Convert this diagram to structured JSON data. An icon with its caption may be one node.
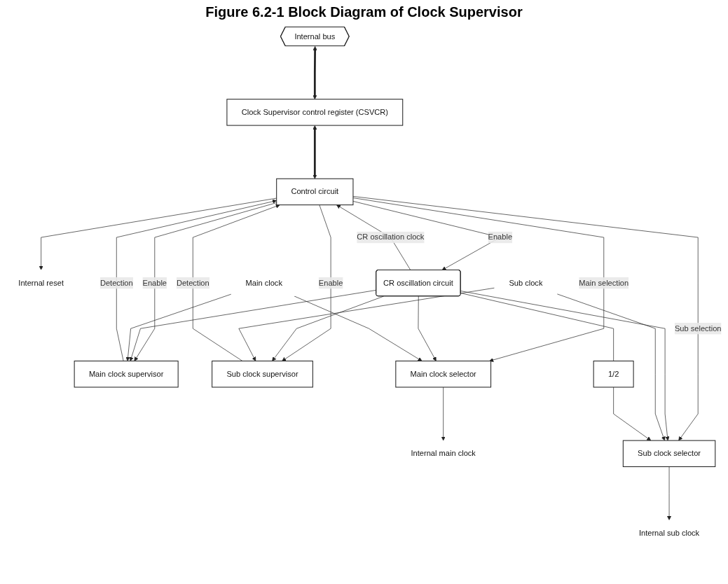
{
  "diagram": {
    "title": "Figure 6.2-1  Block Diagram of Clock Supervisor",
    "nodes": [
      {
        "text": [
          "Internal bus"
        ]
      },
      {
        "text": [
          "Clock Supervisor control register (CSVCR)"
        ]
      },
      {
        "text": [
          "Control circuit"
        ]
      },
      {
        "text": [
          "Internal reset"
        ]
      },
      {
        "text": [
          "CR oscillation circuit"
        ]
      },
      {
        "text": [
          "Main clock supervisor"
        ]
      },
      {
        "text": [
          "Sub clock supervisor"
        ]
      },
      {
        "text": [
          "Main clock selector"
        ]
      },
      {
        "text": [
          "Internal main clock"
        ]
      },
      {
        "text": [
          "Main clock"
        ]
      },
      {
        "text": [
          "1/2"
        ]
      },
      {
        "text": [
          "Sub clock selector"
        ]
      },
      {
        "text": [
          "Internal sub clock"
        ]
      },
      {
        "text": [
          "Sub clock"
        ]
      }
    ],
    "edges": [
      {
        "from": 0,
        "to": 1,
        "arrow": "both",
        "style": "thick"
      },
      {
        "from": 1,
        "to": 2,
        "arrow": "both",
        "style": "thick"
      },
      {
        "from": 2,
        "to": 3,
        "arrow": "to"
      },
      {
        "from": 2,
        "to": 4,
        "arrow": "to",
        "label": "Enable"
      },
      {
        "from": 2,
        "to": 5,
        "arrow": "to",
        "label": "Enable"
      },
      {
        "from": 5,
        "to": 2,
        "arrow": "to",
        "label": "Detection"
      },
      {
        "from": 2,
        "to": 6,
        "arrow": "to",
        "label": "Enable"
      },
      {
        "from": 6,
        "to": 2,
        "arrow": "to",
        "label": "Detection"
      },
      {
        "from": 2,
        "to": 11,
        "arrow": "to",
        "label": "Sub selection"
      },
      {
        "from": 2,
        "to": 7,
        "arrow": "to",
        "label": "Main selection"
      },
      {
        "from": 4,
        "to": 2,
        "arrow": "to",
        "label": "CR oscillation clock"
      },
      {
        "from": 4,
        "to": 5,
        "arrow": "to"
      },
      {
        "from": 4,
        "to": 6,
        "arrow": "to"
      },
      {
        "from": 4,
        "to": 7,
        "arrow": "to"
      },
      {
        "from": 4,
        "to": 10,
        "arrow": "none"
      },
      {
        "from": 4,
        "to": 11,
        "arrow": "to"
      },
      {
        "from": 9,
        "to": 5,
        "arrow": "to"
      },
      {
        "from": 9,
        "to": 7,
        "arrow": "to"
      },
      {
        "from": 13,
        "to": 6,
        "arrow": "to"
      },
      {
        "from": 13,
        "to": 11,
        "arrow": "to"
      },
      {
        "from": 10,
        "to": 11,
        "arrow": "to"
      },
      {
        "from": 7,
        "to": 8,
        "arrow": "to"
      },
      {
        "from": 11,
        "to": 12,
        "arrow": "to"
      }
    ]
  }
}
